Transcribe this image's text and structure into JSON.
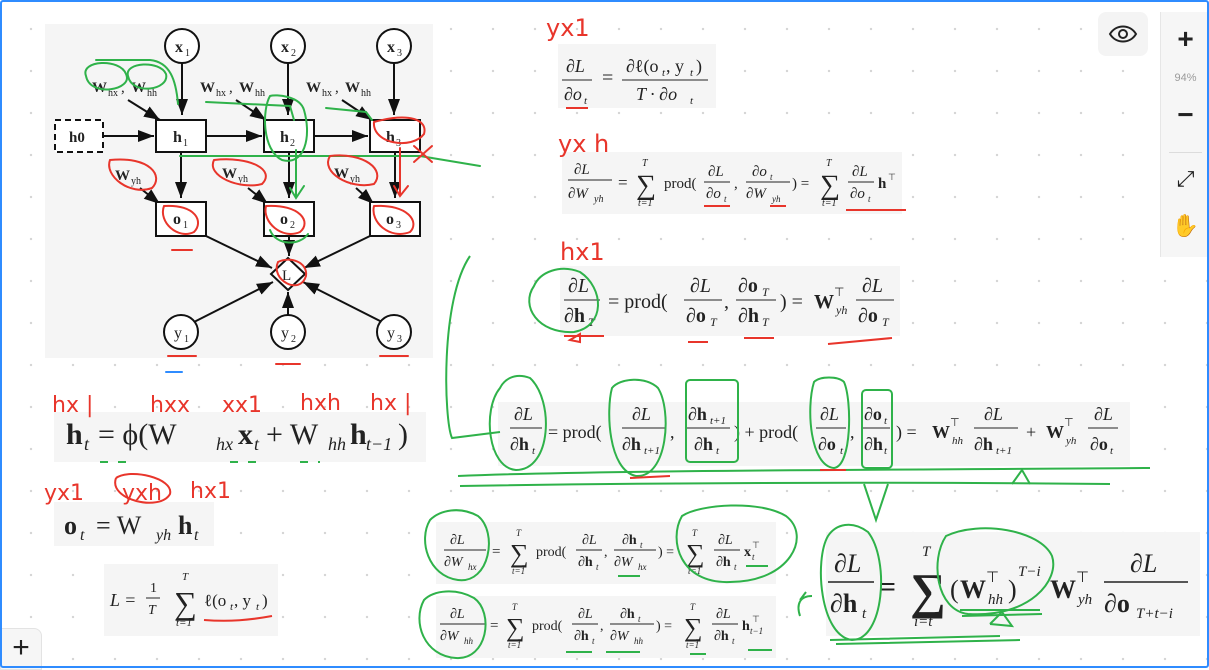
{
  "toolbar": {
    "zoom_in_label": "+",
    "zoom_level": "94%",
    "zoom_out_label": "−",
    "fit_label": "⤢",
    "hand_label": "✋",
    "add_label": "+"
  },
  "diagram": {
    "x1": "x",
    "x2": "x",
    "x3": "x",
    "h0": "h0",
    "h1": "h",
    "h2": "h",
    "h3": "h",
    "o1": "o",
    "o2": "o",
    "o3": "o",
    "y1": "y",
    "y2": "y",
    "y3": "y",
    "loss": "L",
    "sub1": "1",
    "sub2": "2",
    "sub3": "3",
    "w_in": "W",
    "w_hx": "hx",
    "w_hh": "hh",
    "w_yh": "yh",
    "comma": ","
  },
  "annotations": {
    "yx1_a": "yx1",
    "yxh": "yx h",
    "hx1_top": "hx1",
    "hx1_left": "hx |",
    "hxx": "hxx",
    "xx1": "xx1",
    "hxh": "hxh",
    "hx1_right": "hx |",
    "yx1_left": "yx1",
    "yxh_left": "yxh",
    "hx1_mid": "hx1"
  },
  "equations": {
    "ht_lhs": "h",
    "ht_rhs": "= ϕ(W",
    "ht_tail": "x",
    "ht_plus": "+ W",
    "ht_end": "h",
    "ot_lhs": "o",
    "ot_rhs": "= W",
    "ot_h": "h",
    "L_lhs": "L =",
    "L_frac_num": "1",
    "L_frac_den": "T",
    "L_sum": "∑",
    "L_sum_top": "T",
    "L_sum_bot": "t=1",
    "L_term": "ℓ(o",
    "L_term2": ", y",
    "L_close": ")",
    "eq1_num": "∂L",
    "eq1_den": "∂o",
    "eq1_eq": "=",
    "eq1_rnum": "∂ℓ(o",
    "eq1_rnum2": ", y",
    "eq1_rden": "T · ∂o",
    "eq2": "∂L / ∂W_yh = ∑ prod(∂L/∂o_t, ∂o_t/∂W_yh) = ∑ ∂L/∂o_t h_t^⊤",
    "eq3": "∂L/∂h_T = prod(∂L/∂o_T, ∂o_T/∂h_T) = W_yh^⊤ ∂L/∂o_T",
    "eq4": "∂L/∂h_t = prod(∂L/∂h_t+1, ∂h_t+1/∂h_t) + prod(∂L/∂o_t, ∂o_t/∂h_t) = W_hh^⊤ ∂L/∂h_t+1 + W_yh^⊤ ∂L/∂o_t",
    "eq5": "∂L/∂W_hx = ∑ prod(∂L/∂h_t, ∂h_t/∂W_hx) = ∑ ∂L/∂h_t x_t^⊤",
    "eq6": "∂L/∂W_hh = ∑ prod(∂L/∂h_t, ∂h_t/∂W_hh) = ∑ ∂L/∂h_t h_t−1^⊤",
    "eq7": "∂L/∂h_t = ∑ (W_hh^⊤)^(T−i) W_yh^⊤ ∂L/∂o_T+t−i"
  },
  "colors": {
    "frame": "#2f8cff",
    "ink_red": "#e8352b",
    "ink_green": "#2fb24a",
    "ink_blue": "#2f8cff",
    "card": "#f5f5f5"
  }
}
